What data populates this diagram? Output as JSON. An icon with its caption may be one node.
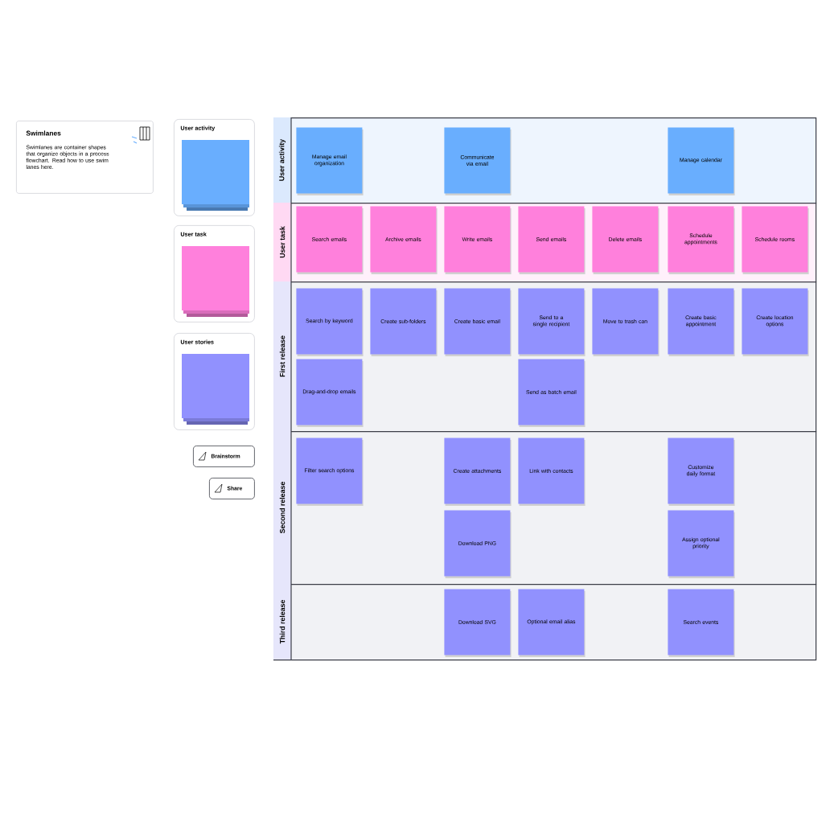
{
  "diagram": {
    "nodes": [
      {
        "text": [
          "Swimlanes",
          "Swimlanes are container shapes that organize objects in a process flowchart. Read how to use swim lanes here."
        ]
      },
      {
        "text": [
          "User activity"
        ]
      },
      {
        "text": [
          "User task"
        ]
      },
      {
        "text": [
          "User stories"
        ]
      },
      {
        "text": [
          "Brainstorm"
        ]
      },
      {
        "text": [
          "Share"
        ]
      },
      {
        "text": [
          "User activity"
        ]
      },
      {
        "text": [
          "Manage email organization"
        ],
        "in": 6
      },
      {
        "text": [
          "Communicate via email"
        ],
        "in": 6
      },
      {
        "text": [
          "Manage calendar"
        ],
        "in": 6
      },
      {
        "text": [
          "User task"
        ]
      },
      {
        "text": [
          "Search emails"
        ],
        "in": 10
      },
      {
        "text": [
          "Archive emails"
        ],
        "in": 10
      },
      {
        "text": [
          "Write emails"
        ],
        "in": 10
      },
      {
        "text": [
          "Send emails"
        ],
        "in": 10
      },
      {
        "text": [
          "Delete emails"
        ],
        "in": 10
      },
      {
        "text": [
          "Schedule appointments"
        ],
        "in": 10
      },
      {
        "text": [
          "Schedule rooms"
        ],
        "in": 10
      },
      {
        "text": [
          "First release"
        ]
      },
      {
        "text": [
          "Search by keyword"
        ],
        "in": 18
      },
      {
        "text": [
          "Create sub-folders"
        ],
        "in": 18
      },
      {
        "text": [
          "Create basic email"
        ],
        "in": 18
      },
      {
        "text": [
          "Send to a single recipient"
        ],
        "in": 18
      },
      {
        "text": [
          "Move to trash can"
        ],
        "in": 18
      },
      {
        "text": [
          "Create basic appointment"
        ],
        "in": 18
      },
      {
        "text": [
          "Create location options"
        ],
        "in": 18
      },
      {
        "text": [
          "Drag-and-drop emails"
        ],
        "in": 18
      },
      {
        "text": [
          "Send as batch email"
        ],
        "in": 18
      },
      {
        "text": [
          "Second release"
        ]
      },
      {
        "text": [
          "Filter search options"
        ],
        "in": 28
      },
      {
        "text": [
          "Create attachments"
        ],
        "in": 28
      },
      {
        "text": [
          "Link with contacts"
        ],
        "in": 28
      },
      {
        "text": [
          "Customize daily format"
        ],
        "in": 28
      },
      {
        "text": [
          "Download PNG"
        ],
        "in": 28
      },
      {
        "text": [
          "Assign optional priority"
        ],
        "in": 28
      },
      {
        "text": [
          "Third release"
        ]
      },
      {
        "text": [
          "Download SVG"
        ],
        "in": 35
      },
      {
        "text": [
          "Optional email alias"
        ],
        "in": 35
      },
      {
        "text": [
          "Search events"
        ],
        "in": 35
      }
    ]
  }
}
